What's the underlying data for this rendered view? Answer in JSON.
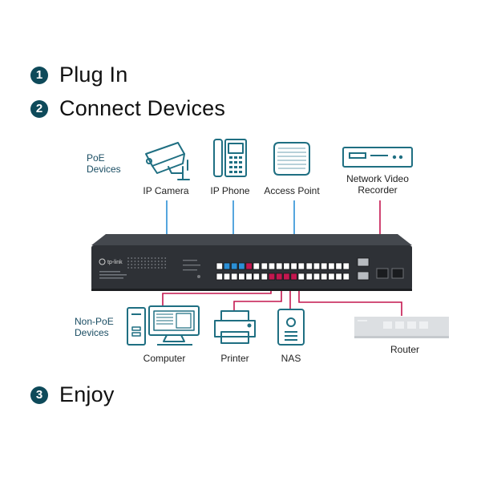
{
  "steps": [
    {
      "number": "1",
      "label": "Plug In"
    },
    {
      "number": "2",
      "label": "Connect Devices"
    },
    {
      "number": "3",
      "label": "Enjoy"
    }
  ],
  "poe": {
    "group_label_line1": "PoE",
    "group_label_line2": "Devices",
    "devices": {
      "ip_camera": "IP Camera",
      "ip_phone": "IP Phone",
      "access_point": "Access Point",
      "nvr_line1": "Network Video",
      "nvr_line2": "Recorder"
    }
  },
  "non_poe": {
    "group_label_line1": "Non-PoE",
    "group_label_line2": "Devices",
    "devices": {
      "computer": "Computer",
      "printer": "Printer",
      "nas": "NAS",
      "router": "Router"
    }
  },
  "switch": {
    "brand": "tp-link"
  },
  "colors": {
    "step_badge": "#0e4a5a",
    "device_icon": "#1f6f82",
    "poe_link": "#2b8fd6",
    "data_link": "#c4174f",
    "switch_body": "#2e3136",
    "label_text": "#1a4d63"
  }
}
